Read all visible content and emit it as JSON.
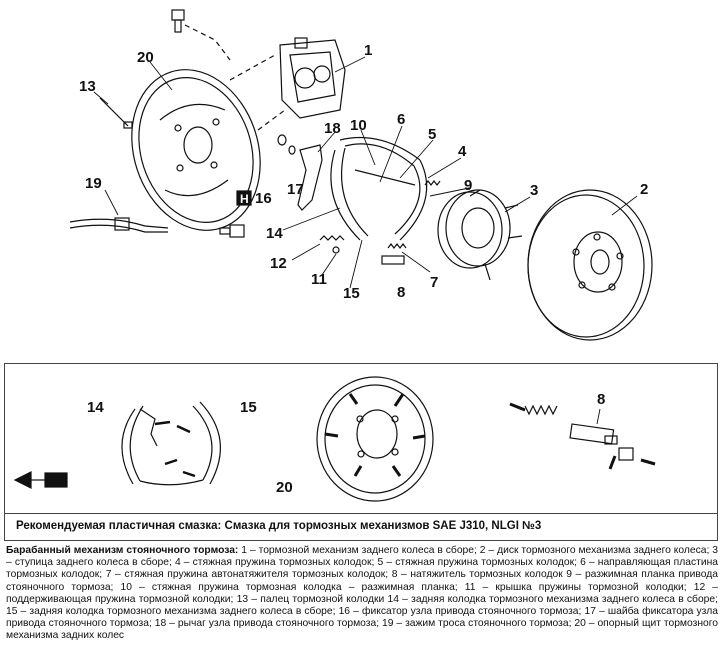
{
  "labels": {
    "l1": "1",
    "l2": "2",
    "l3": "3",
    "l4": "4",
    "l5": "5",
    "l6": "6",
    "l7": "7",
    "l8": "8",
    "l9": "9",
    "l10": "10",
    "l11": "11",
    "l12": "12",
    "l13": "13",
    "l14": "14",
    "l15": "15",
    "l16": "16",
    "l17": "17",
    "l18": "18",
    "l19": "19",
    "l20": "20",
    "h_marker": "H",
    "lower_14": "14",
    "lower_15": "15",
    "lower_20": "20",
    "lower_8": "8"
  },
  "recommendation": "Рекомендуемая пластичная смазка: Смазка для тормозных механизмов SAE J310, NLGI №3",
  "caption": {
    "title": "Барабанный механизм стояночного тормоза:",
    "body": " 1 – тормозной механизм заднего колеса в сборе; 2 – диск тормозного механизма заднего колеса; 3 – ступица заднего колеса в сборе; 4 – стяжная пружина тормозных колодок; 5 – стяжная пружина тормозных колодок; 6 – направляющая пластина тормозных колодок; 7 – стяжная пружина автонатяжителя тормозных колодок; 8 – натяжитель тормозных колодок 9 – разжимная планка привода стояночного тормоза; 10 – стяжная пружина тормозная колодка – разжимная планка; 11 – крышка пружины тормозной колодки; 12 – поддерживающая пружина тормозной колодки; 13 – палец тормозной колодки 14 – задняя колодка тормозного механизма заднего колеса в сборе; 15 – задняя колодка тормозного механизма заднего колеса в сборе; 16 – фиксатор узла привода стояночного тормоза; 17 – шайба фиксатора узла привода стояночного тормоза; 18 – рычаг узла привода стояночного тормоза; 19 – зажим троса стояночного тормоза; 20 – опорный щит тормозного механизма задних колес"
  }
}
